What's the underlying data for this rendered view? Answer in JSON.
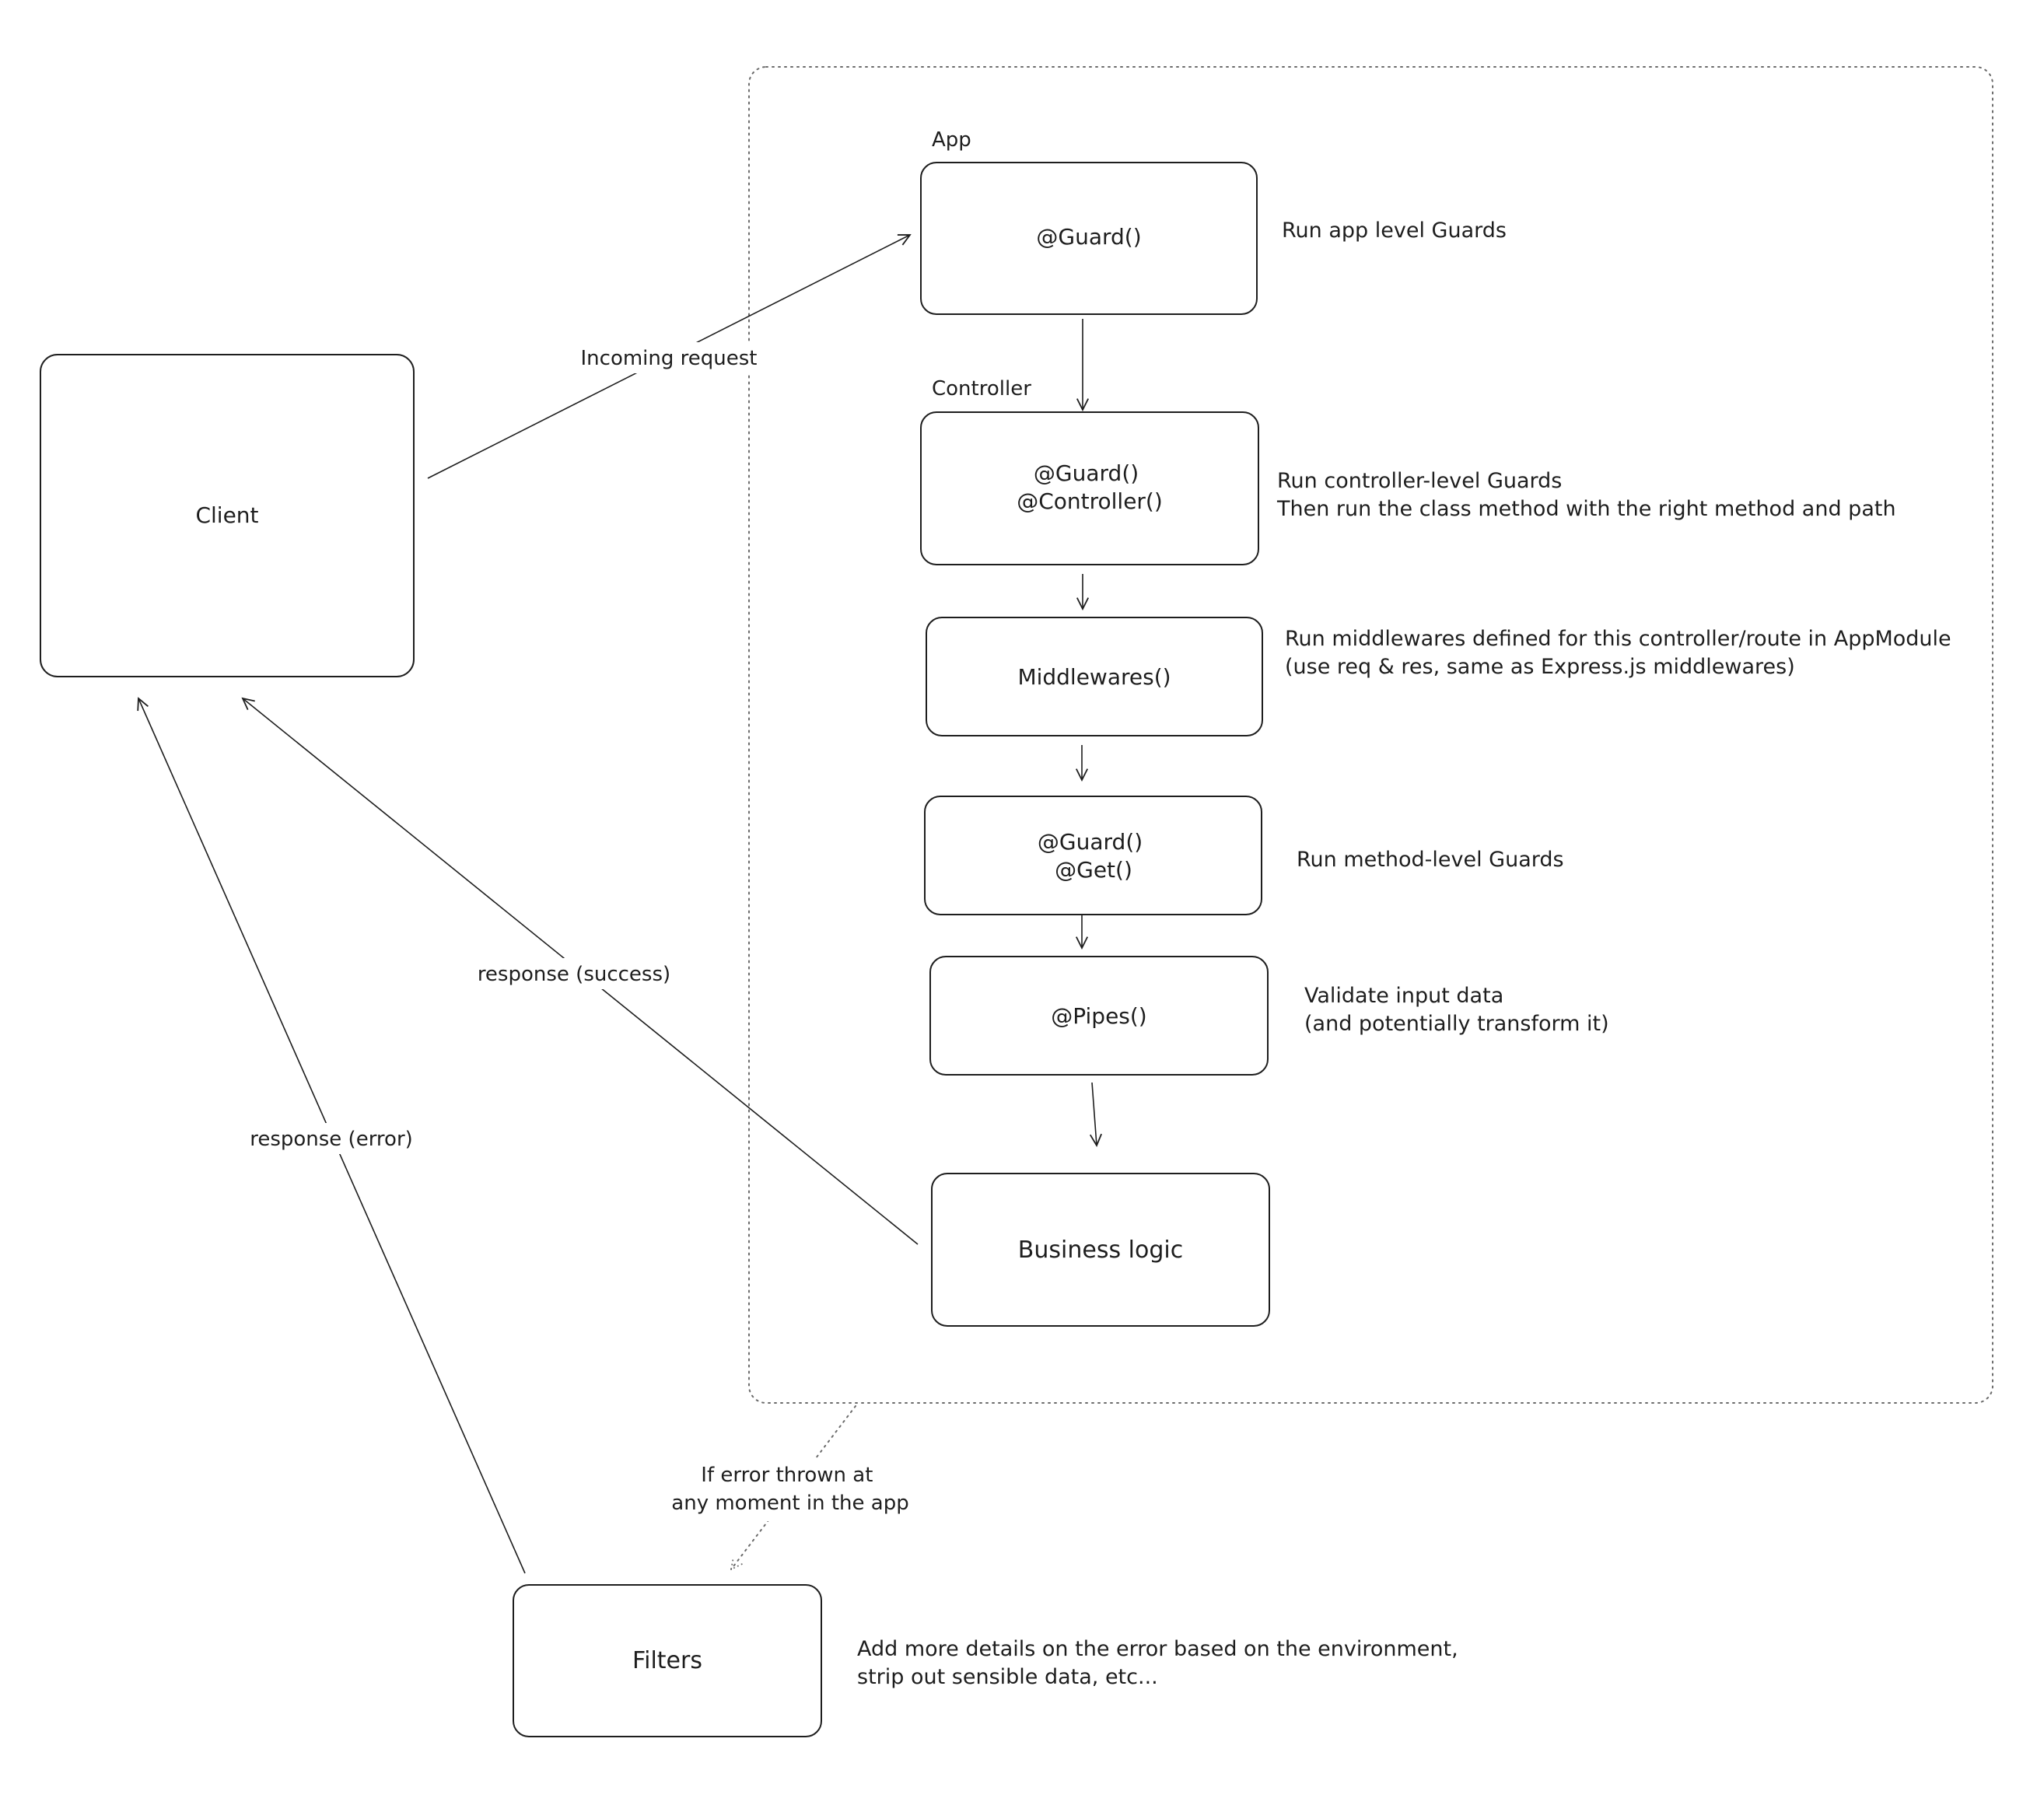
{
  "nodes": {
    "client": "Client",
    "app_guard": "@Guard()",
    "controller_guard": [
      "@Guard()",
      "@Controller()"
    ],
    "middlewares": "Middlewares()",
    "method_guard": [
      "@Guard()",
      "@Get()"
    ],
    "pipes": "@Pipes()",
    "business_logic": "Business logic",
    "filters": "Filters"
  },
  "group_labels": {
    "app": "App",
    "controller": "Controller"
  },
  "annotations": {
    "app_guard": [
      "Run app level Guards"
    ],
    "controller_guard": [
      "Run controller-level Guards",
      "Then run the class method with the right method and path"
    ],
    "middlewares": [
      "Run middlewares defined for this controller/route in AppModule",
      "(use req & res, same as Express.js middlewares)"
    ],
    "method_guard": [
      "Run method-level Guards"
    ],
    "pipes": [
      "Validate input data",
      "(and potentially transform it)"
    ],
    "filters": [
      "Add more details on the error based on the environment,",
      "strip out sensible data, etc..."
    ]
  },
  "edge_labels": {
    "incoming": "Incoming request",
    "success": "response (success)",
    "error": "response (error)",
    "error_thrown": [
      "If error thrown at",
      "any moment in the app"
    ]
  },
  "edges": [
    {
      "from": "client",
      "to": "app_guard",
      "label": "incoming",
      "style": "solid"
    },
    {
      "from": "app_guard",
      "to": "controller_guard",
      "style": "solid"
    },
    {
      "from": "controller_guard",
      "to": "middlewares",
      "style": "solid"
    },
    {
      "from": "middlewares",
      "to": "method_guard",
      "style": "solid"
    },
    {
      "from": "method_guard",
      "to": "pipes",
      "style": "solid"
    },
    {
      "from": "pipes",
      "to": "business_logic",
      "style": "solid"
    },
    {
      "from": "business_logic",
      "to": "client",
      "label": "success",
      "style": "solid"
    },
    {
      "from": "filters",
      "to": "client",
      "label": "error",
      "style": "solid"
    },
    {
      "from": "app_container",
      "to": "filters",
      "label": "error_thrown",
      "style": "dotted"
    }
  ],
  "colors": {
    "stroke": "#1e1e1e",
    "container_stroke": "#6b6b6b",
    "background": "#ffffff"
  }
}
